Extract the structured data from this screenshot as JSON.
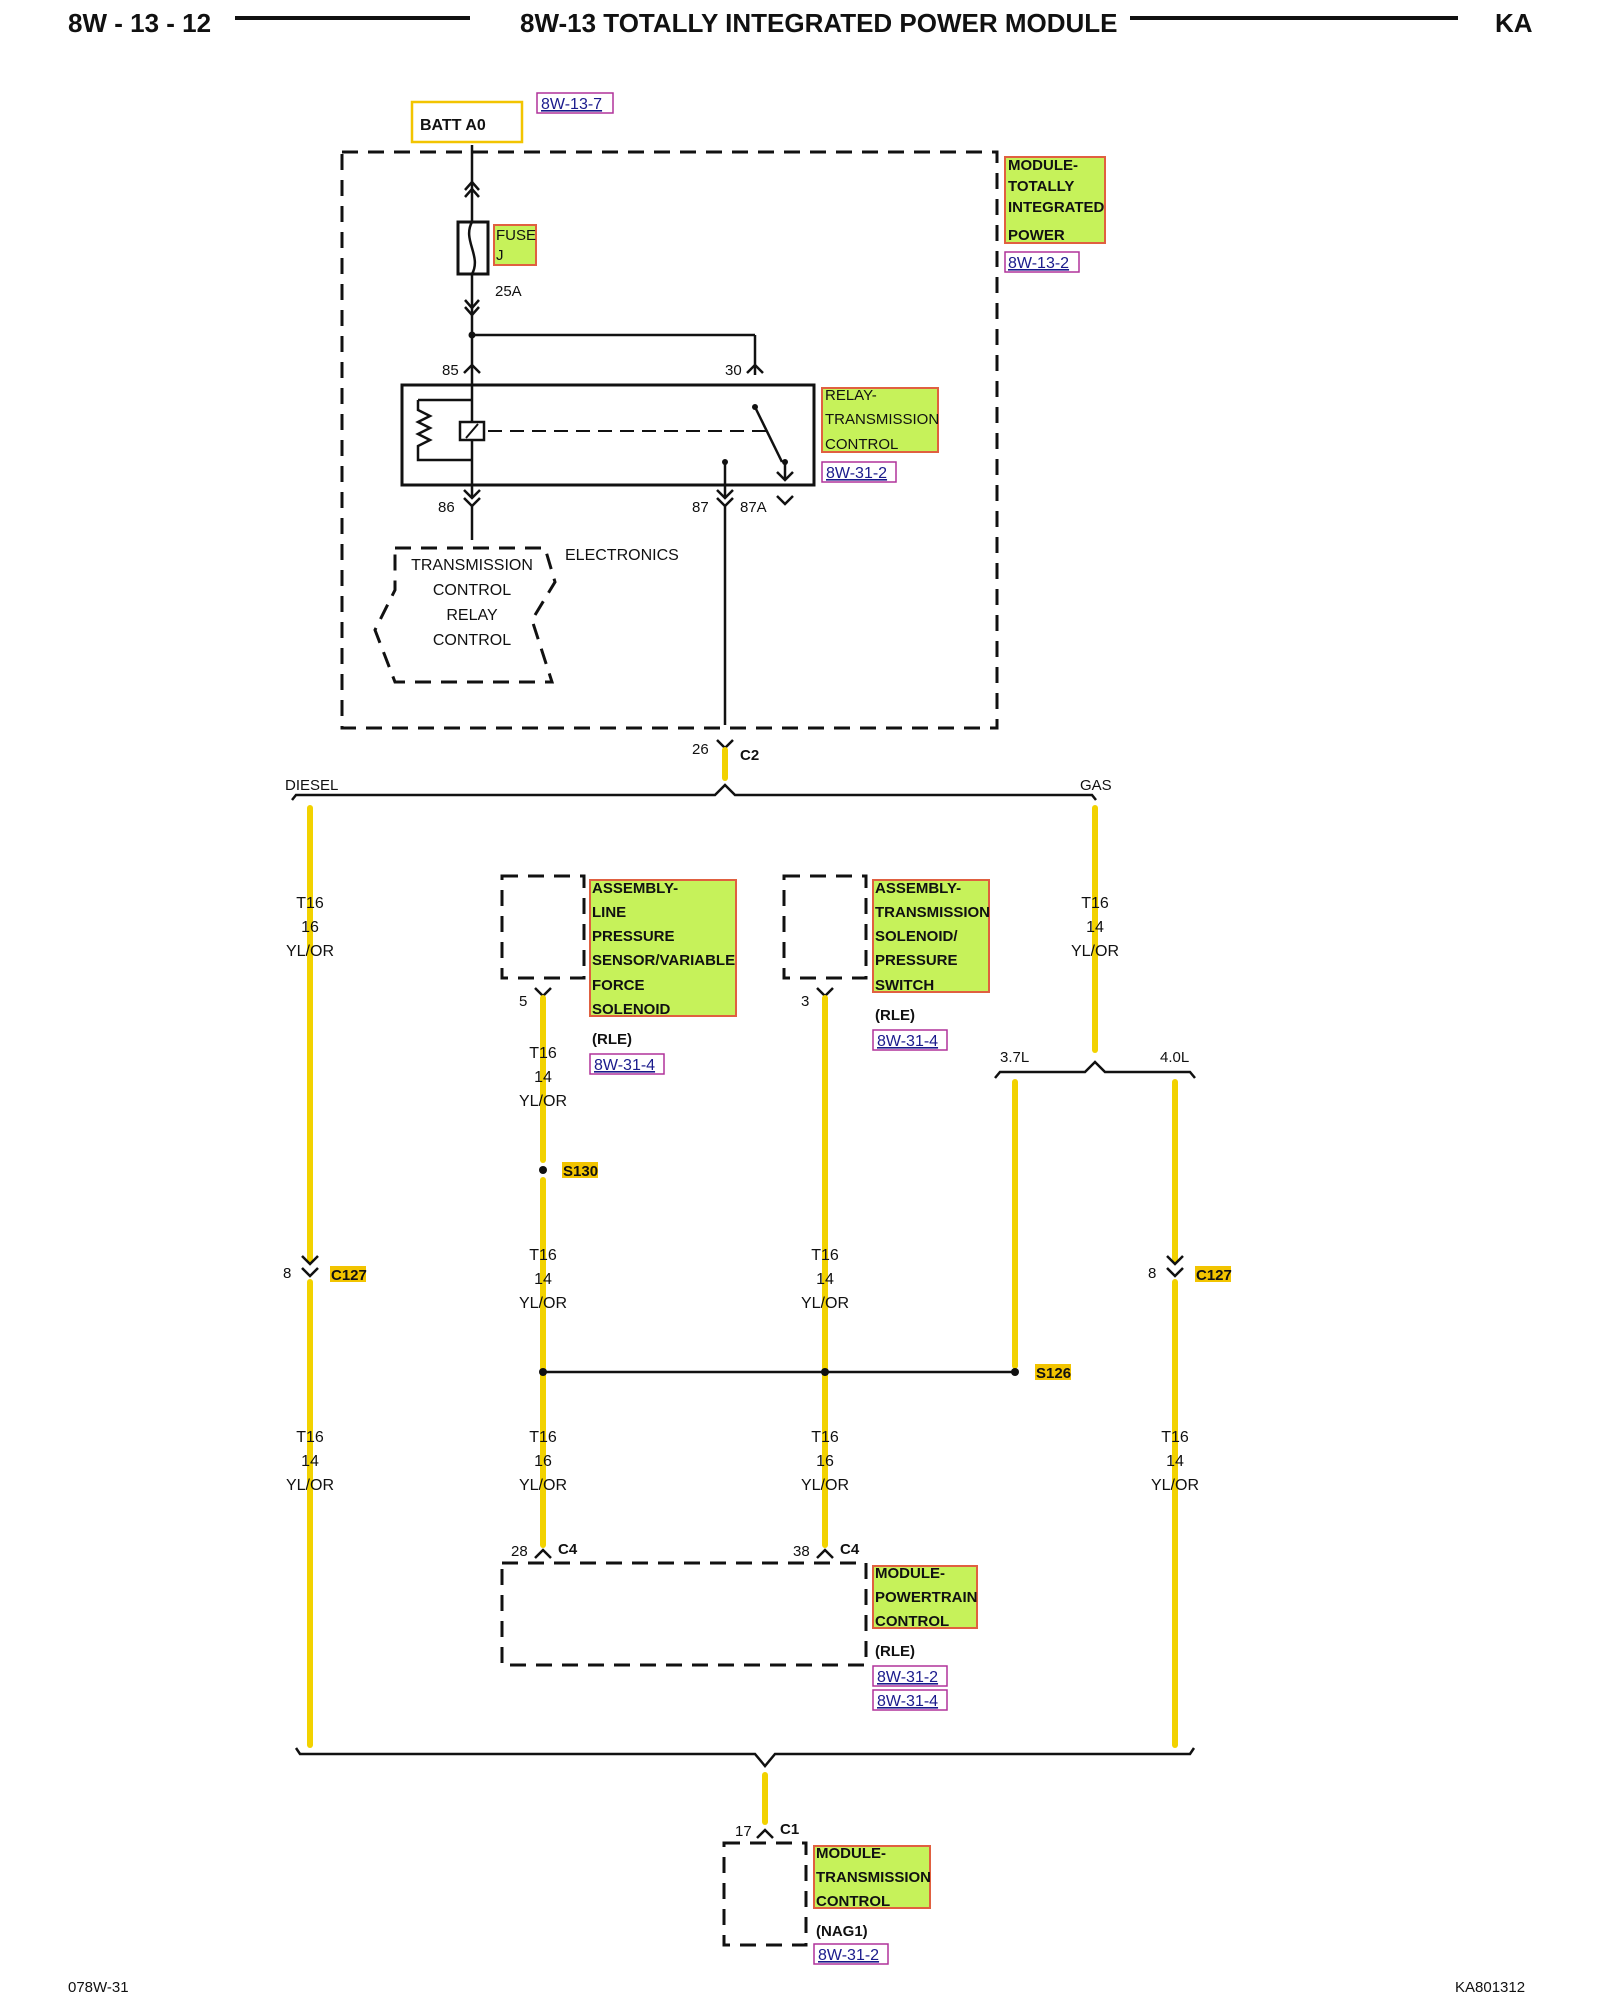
{
  "header": {
    "page_num": "8W - 13 - 12",
    "title": "8W-13 TOTALLY INTEGRATED POWER MODULE",
    "vehicle": "KA"
  },
  "footer": {
    "left": "078W-31",
    "right": "KA801312"
  },
  "top": {
    "batt": "BATT A0",
    "batt_ref": "8W-13-7",
    "module": [
      "MODULE-",
      "TOTALLY",
      "INTEGRATED",
      "POWER"
    ],
    "module_ref": "8W-13-2",
    "fuse": [
      "FUSE",
      "J"
    ],
    "fuse_rating": "25A",
    "relay": [
      "RELAY-",
      "TRANSMISSION",
      "CONTROL"
    ],
    "relay_ref": "8W-31-2",
    "pin85": "85",
    "pin30": "30",
    "pin86": "86",
    "pin87": "87",
    "pin87a": "87A",
    "electronics": "ELECTRONICS",
    "tcrc": [
      "TRANSMISSION",
      "CONTROL",
      "RELAY",
      "CONTROL"
    ],
    "c2_pin": "26",
    "c2": "C2",
    "diesel": "DIESEL",
    "gas": "GAS"
  },
  "wires": {
    "left_upper": [
      "T16",
      "16",
      "YL/OR"
    ],
    "gas_upper": [
      "T16",
      "14",
      "YL/OR"
    ],
    "mid1_upper": [
      "T16",
      "14",
      "YL/OR"
    ],
    "mid1_mid": [
      "T16",
      "14",
      "YL/OR"
    ],
    "mid2_mid": [
      "T16",
      "14",
      "YL/OR"
    ],
    "left_lower": [
      "T16",
      "14",
      "YL/OR"
    ],
    "mid1_lower": [
      "T16",
      "16",
      "YL/OR"
    ],
    "mid2_lower": [
      "T16",
      "16",
      "YL/OR"
    ],
    "right_lower": [
      "T16",
      "14",
      "YL/OR"
    ]
  },
  "components": {
    "lp_sensor": [
      "ASSEMBLY-",
      "LINE",
      "PRESSURE",
      "SENSOR/VARIABLE",
      "FORCE",
      "SOLENOID"
    ],
    "lp_variant": "(RLE)",
    "lp_ref": "8W-31-4",
    "lp_pin": "5",
    "ts_switch": [
      "ASSEMBLY-",
      "TRANSMISSION",
      "SOLENOID/",
      "PRESSURE",
      "SWITCH"
    ],
    "ts_variant": "(RLE)",
    "ts_ref": "8W-31-4",
    "ts_pin": "3",
    "pcm": [
      "MODULE-",
      "POWERTRAIN",
      "CONTROL"
    ],
    "pcm_variant": "(RLE)",
    "pcm_ref1": "8W-31-2",
    "pcm_ref2": "8W-31-4",
    "pcm_pin1": "28",
    "pcm_pin2": "38",
    "pcm_conn": "C4",
    "tcm": [
      "MODULE-",
      "TRANSMISSION",
      "CONTROL"
    ],
    "tcm_variant": "(NAG1)",
    "tcm_ref": "8W-31-2",
    "tcm_pin": "17",
    "tcm_conn": "C1"
  },
  "junctions": {
    "s130": "S130",
    "s126": "S126",
    "c127_left_pin": "8",
    "c127_left": "C127",
    "c127_right_pin": "8",
    "c127_right": "C127",
    "l37": "3.7L",
    "l40": "4.0L"
  }
}
